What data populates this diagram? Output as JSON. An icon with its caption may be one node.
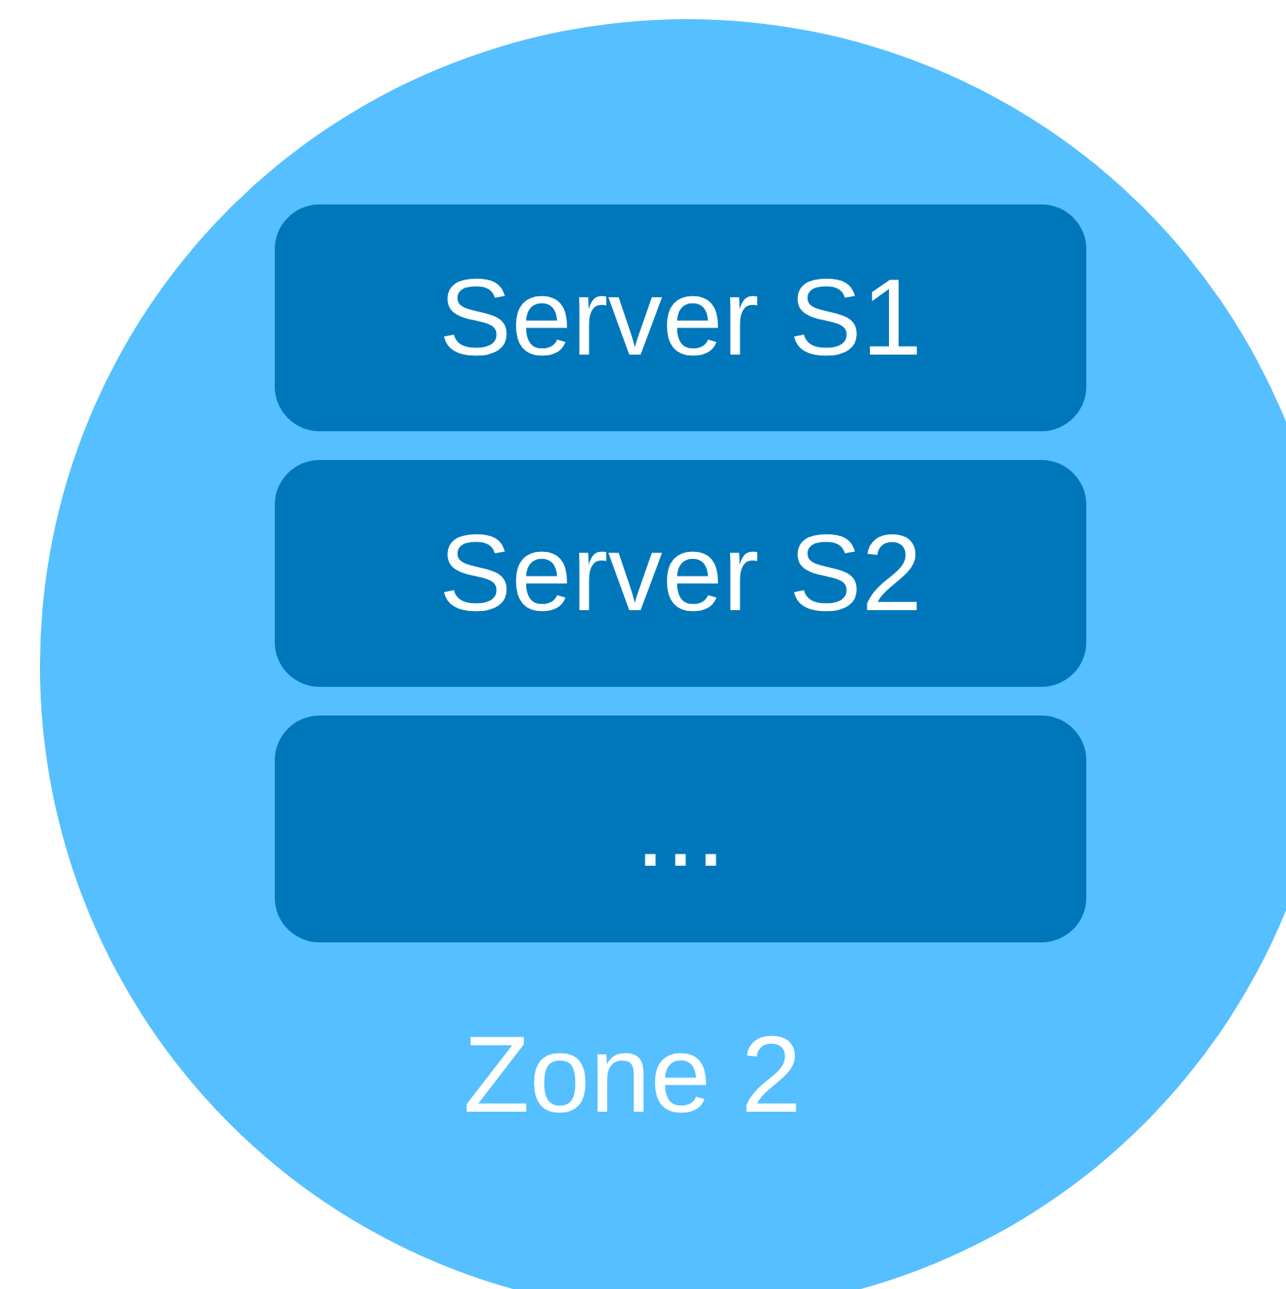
{
  "diagram": {
    "nodes": [
      {
        "text": [
          "Zone 2"
        ]
      },
      {
        "text": [
          "Server S1"
        ],
        "in": 0
      },
      {
        "text": [
          "Server S2"
        ],
        "in": 0
      },
      {
        "text": [
          "..."
        ],
        "in": 0
      }
    ]
  }
}
